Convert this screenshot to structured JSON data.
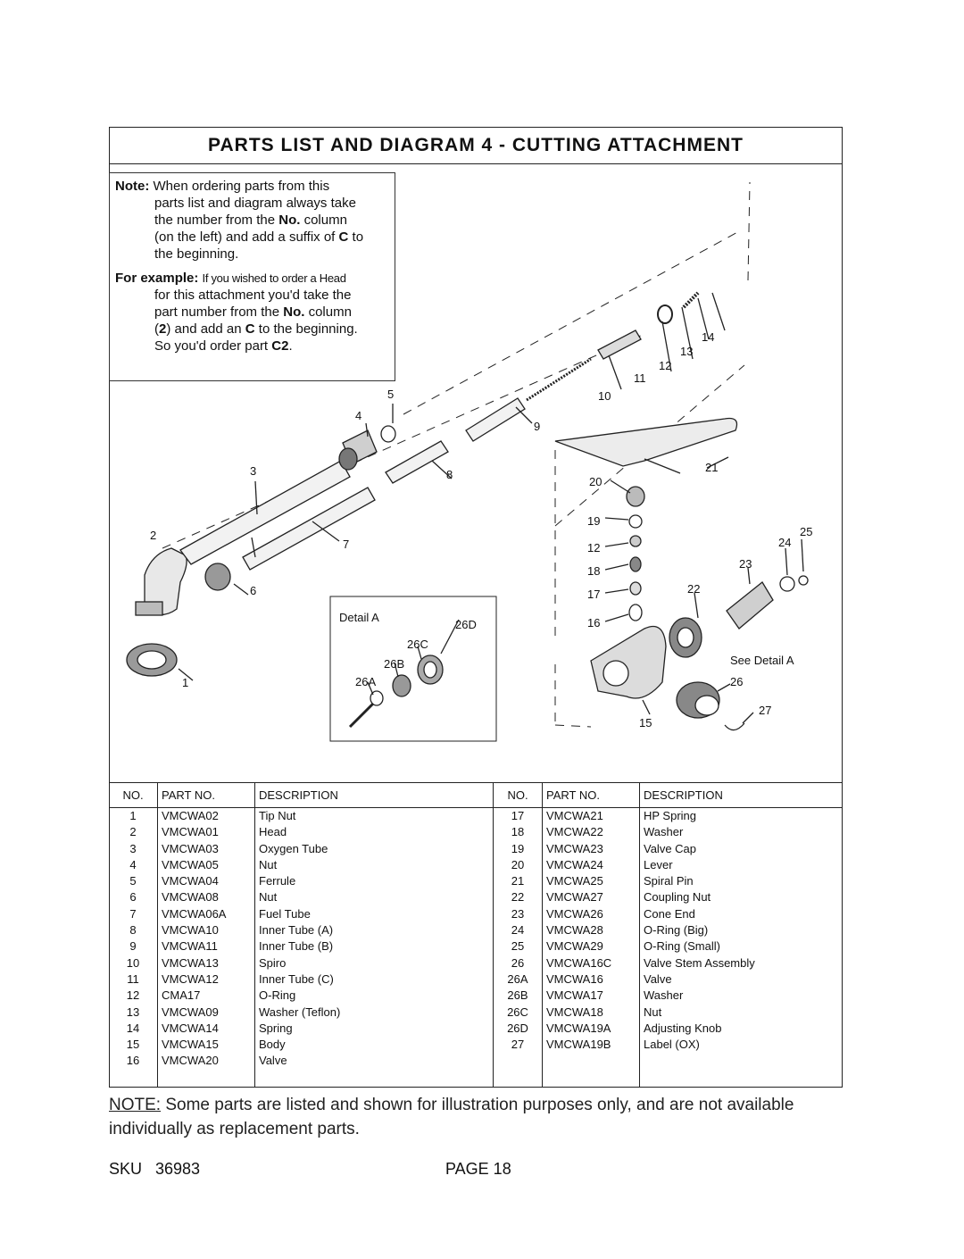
{
  "title": "PARTS LIST AND DIAGRAM 4 - CUTTING ATTACHMENT",
  "note_box": {
    "note_label": "Note:",
    "note_lines": [
      "When ordering parts from this",
      "parts list and diagram always take",
      "the number from the",
      "No.",
      "column",
      "(on the left) and add a suffix of",
      "C",
      "to",
      "the beginning."
    ],
    "example_label": "For example:",
    "example_lines": [
      "If you wished to order a Head",
      "for this attachment you'd take the",
      "part number from the",
      "No.",
      "column",
      "(",
      "2",
      ") and add an",
      "C",
      "to the beginning.",
      "So you'd order part",
      "C2",
      "."
    ]
  },
  "diagram": {
    "callouts": [
      "1",
      "2",
      "3",
      "4",
      "5",
      "6",
      "7",
      "8",
      "9",
      "10",
      "11",
      "12",
      "13",
      "14",
      "20",
      "21",
      "19",
      "12",
      "18",
      "17",
      "16",
      "15",
      "22",
      "23",
      "24",
      "25",
      "26",
      "27",
      "26A",
      "26B",
      "26C",
      "26D"
    ],
    "detail_label": "Detail A",
    "see_detail": "See Detail A"
  },
  "table": {
    "headers": [
      "NO.",
      "PART NO.",
      "DESCRIPTION",
      "NO.",
      "PART NO.",
      "DESCRIPTION"
    ],
    "left_rows": [
      [
        "1",
        "VMCWA02",
        "Tip Nut"
      ],
      [
        "2",
        "VMCWA01",
        "Head"
      ],
      [
        "3",
        "VMCWA03",
        "Oxygen Tube"
      ],
      [
        "4",
        "VMCWA05",
        "Nut"
      ],
      [
        "5",
        "VMCWA04",
        "Ferrule"
      ],
      [
        "6",
        "VMCWA08",
        "Nut"
      ],
      [
        "7",
        "VMCWA06A",
        "Fuel Tube"
      ],
      [
        "8",
        "VMCWA10",
        "Inner Tube (A)"
      ],
      [
        "9",
        "VMCWA11",
        "Inner Tube (B)"
      ],
      [
        "10",
        "VMCWA13",
        "Spiro"
      ],
      [
        "11",
        "VMCWA12",
        "Inner Tube (C)"
      ],
      [
        "12",
        "CMA17",
        "O-Ring"
      ],
      [
        "13",
        "VMCWA09",
        "Washer (Teflon)"
      ],
      [
        "14",
        "VMCWA14",
        "Spring"
      ],
      [
        "15",
        "VMCWA15",
        "Body"
      ],
      [
        "16",
        "VMCWA20",
        "Valve"
      ]
    ],
    "right_rows": [
      [
        "17",
        "VMCWA21",
        "HP Spring"
      ],
      [
        "18",
        "VMCWA22",
        "Washer"
      ],
      [
        "19",
        "VMCWA23",
        "Valve Cap"
      ],
      [
        "20",
        "VMCWA24",
        "Lever"
      ],
      [
        "21",
        "VMCWA25",
        "Spiral Pin"
      ],
      [
        "22",
        "VMCWA27",
        "Coupling Nut"
      ],
      [
        "23",
        "VMCWA26",
        "Cone End"
      ],
      [
        "24",
        "VMCWA28",
        "O-Ring (Big)"
      ],
      [
        "25",
        "VMCWA29",
        "O-Ring (Small)"
      ],
      [
        "26",
        "VMCWA16C",
        "Valve Stem Assembly"
      ],
      [
        "26A",
        "VMCWA16",
        "Valve"
      ],
      [
        "26B",
        "VMCWA17",
        "Washer"
      ],
      [
        "26C",
        "VMCWA18",
        "Nut"
      ],
      [
        "26D",
        "VMCWA19A",
        "Adjusting Knob"
      ],
      [
        "27",
        "VMCWA19B",
        "Label (OX)"
      ]
    ]
  },
  "bottom_note": {
    "label": "NOTE:",
    "text": " Some parts are listed and shown for illustration purposes only, and are not available individually as replacement parts."
  },
  "footer": {
    "sku": "SKU   36983",
    "page": "PAGE 18"
  }
}
